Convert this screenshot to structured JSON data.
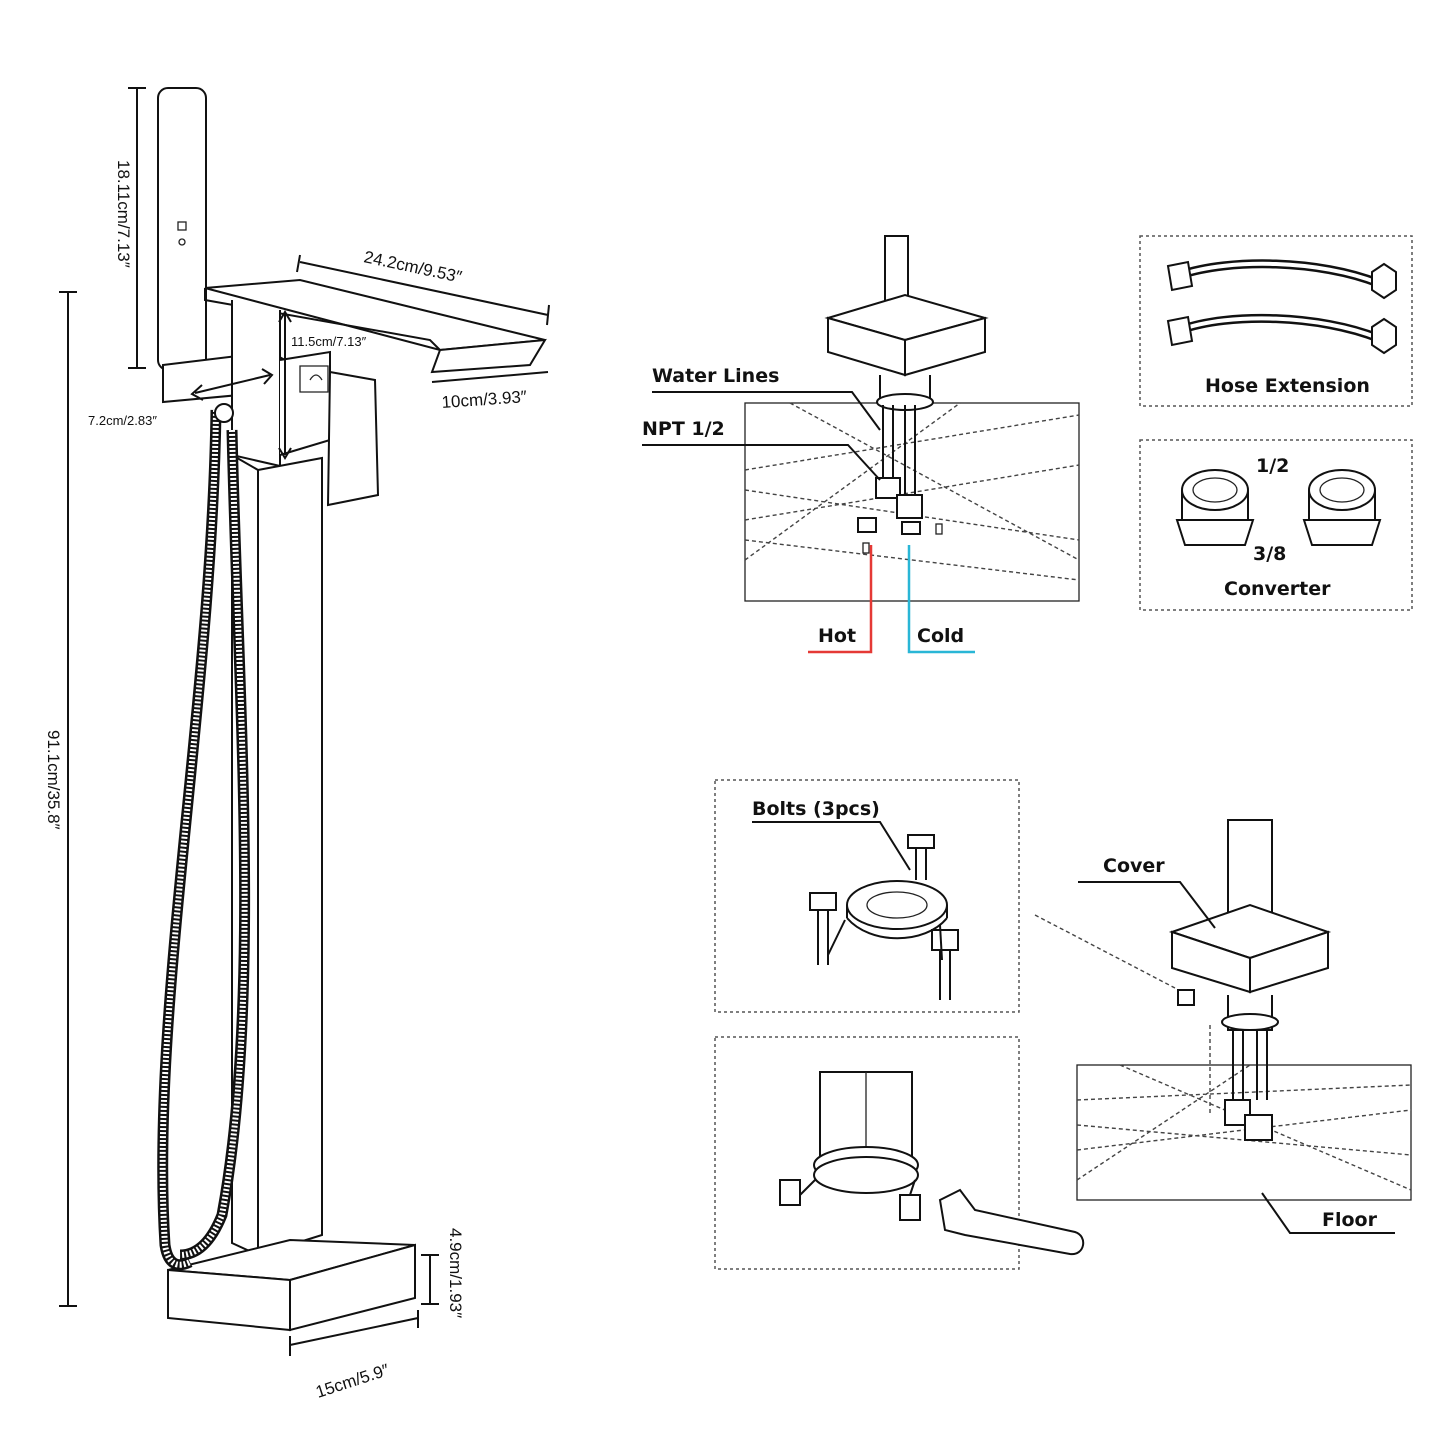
{
  "faucet_dimensions": {
    "handshower_height": "18.11cm/7.13″",
    "spout_length": "24.2cm/9.53″",
    "spout_to_body": "11.5cm/7.13″",
    "spout_width": "10cm/3.93″",
    "holder_width": "7.2cm/2.83″",
    "total_height": "91.1cm/35.8″",
    "base_height": "4.9cm/1.93″",
    "base_width": "15cm/5.9″"
  },
  "supply_detail": {
    "water_lines": "Water Lines",
    "npt": "NPT 1/2",
    "hot": "Hot",
    "cold": "Cold",
    "hot_color": "#e53935",
    "cold_color": "#29b6d6"
  },
  "accessories": {
    "hose_extension": "Hose Extension",
    "fraction_top": "1/2",
    "fraction_bottom": "3/8",
    "converter": "Converter"
  },
  "mounting": {
    "bolts": "Bolts (3pcs)",
    "cover": "Cover",
    "floor": "Floor"
  }
}
